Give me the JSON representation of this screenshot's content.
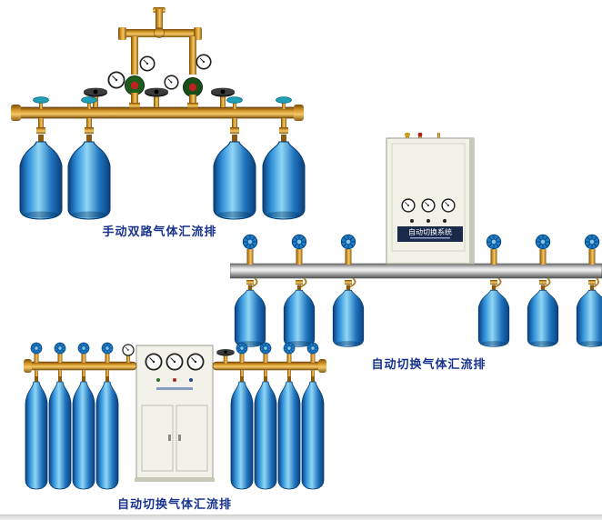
{
  "page": {
    "background": "#ffffff",
    "caption_color": "#17338f",
    "bottom_strip_color": "#e6e6e6"
  },
  "products": [
    {
      "caption": "手动双路气体汇流排"
    },
    {
      "caption": "自动切换气体汇流排",
      "cabinet_label": "自动切换系统"
    },
    {
      "caption": "自动切换气体汇流排"
    }
  ],
  "colors": {
    "brass": "#d89a2c",
    "cylinder_blue": "#2f8fd8",
    "rail_silver": "#c6c6c6",
    "cabinet_body": "#f2f1e8",
    "handwheel_blue": "#1f7ec8",
    "gauge_face": "#ffffff"
  }
}
